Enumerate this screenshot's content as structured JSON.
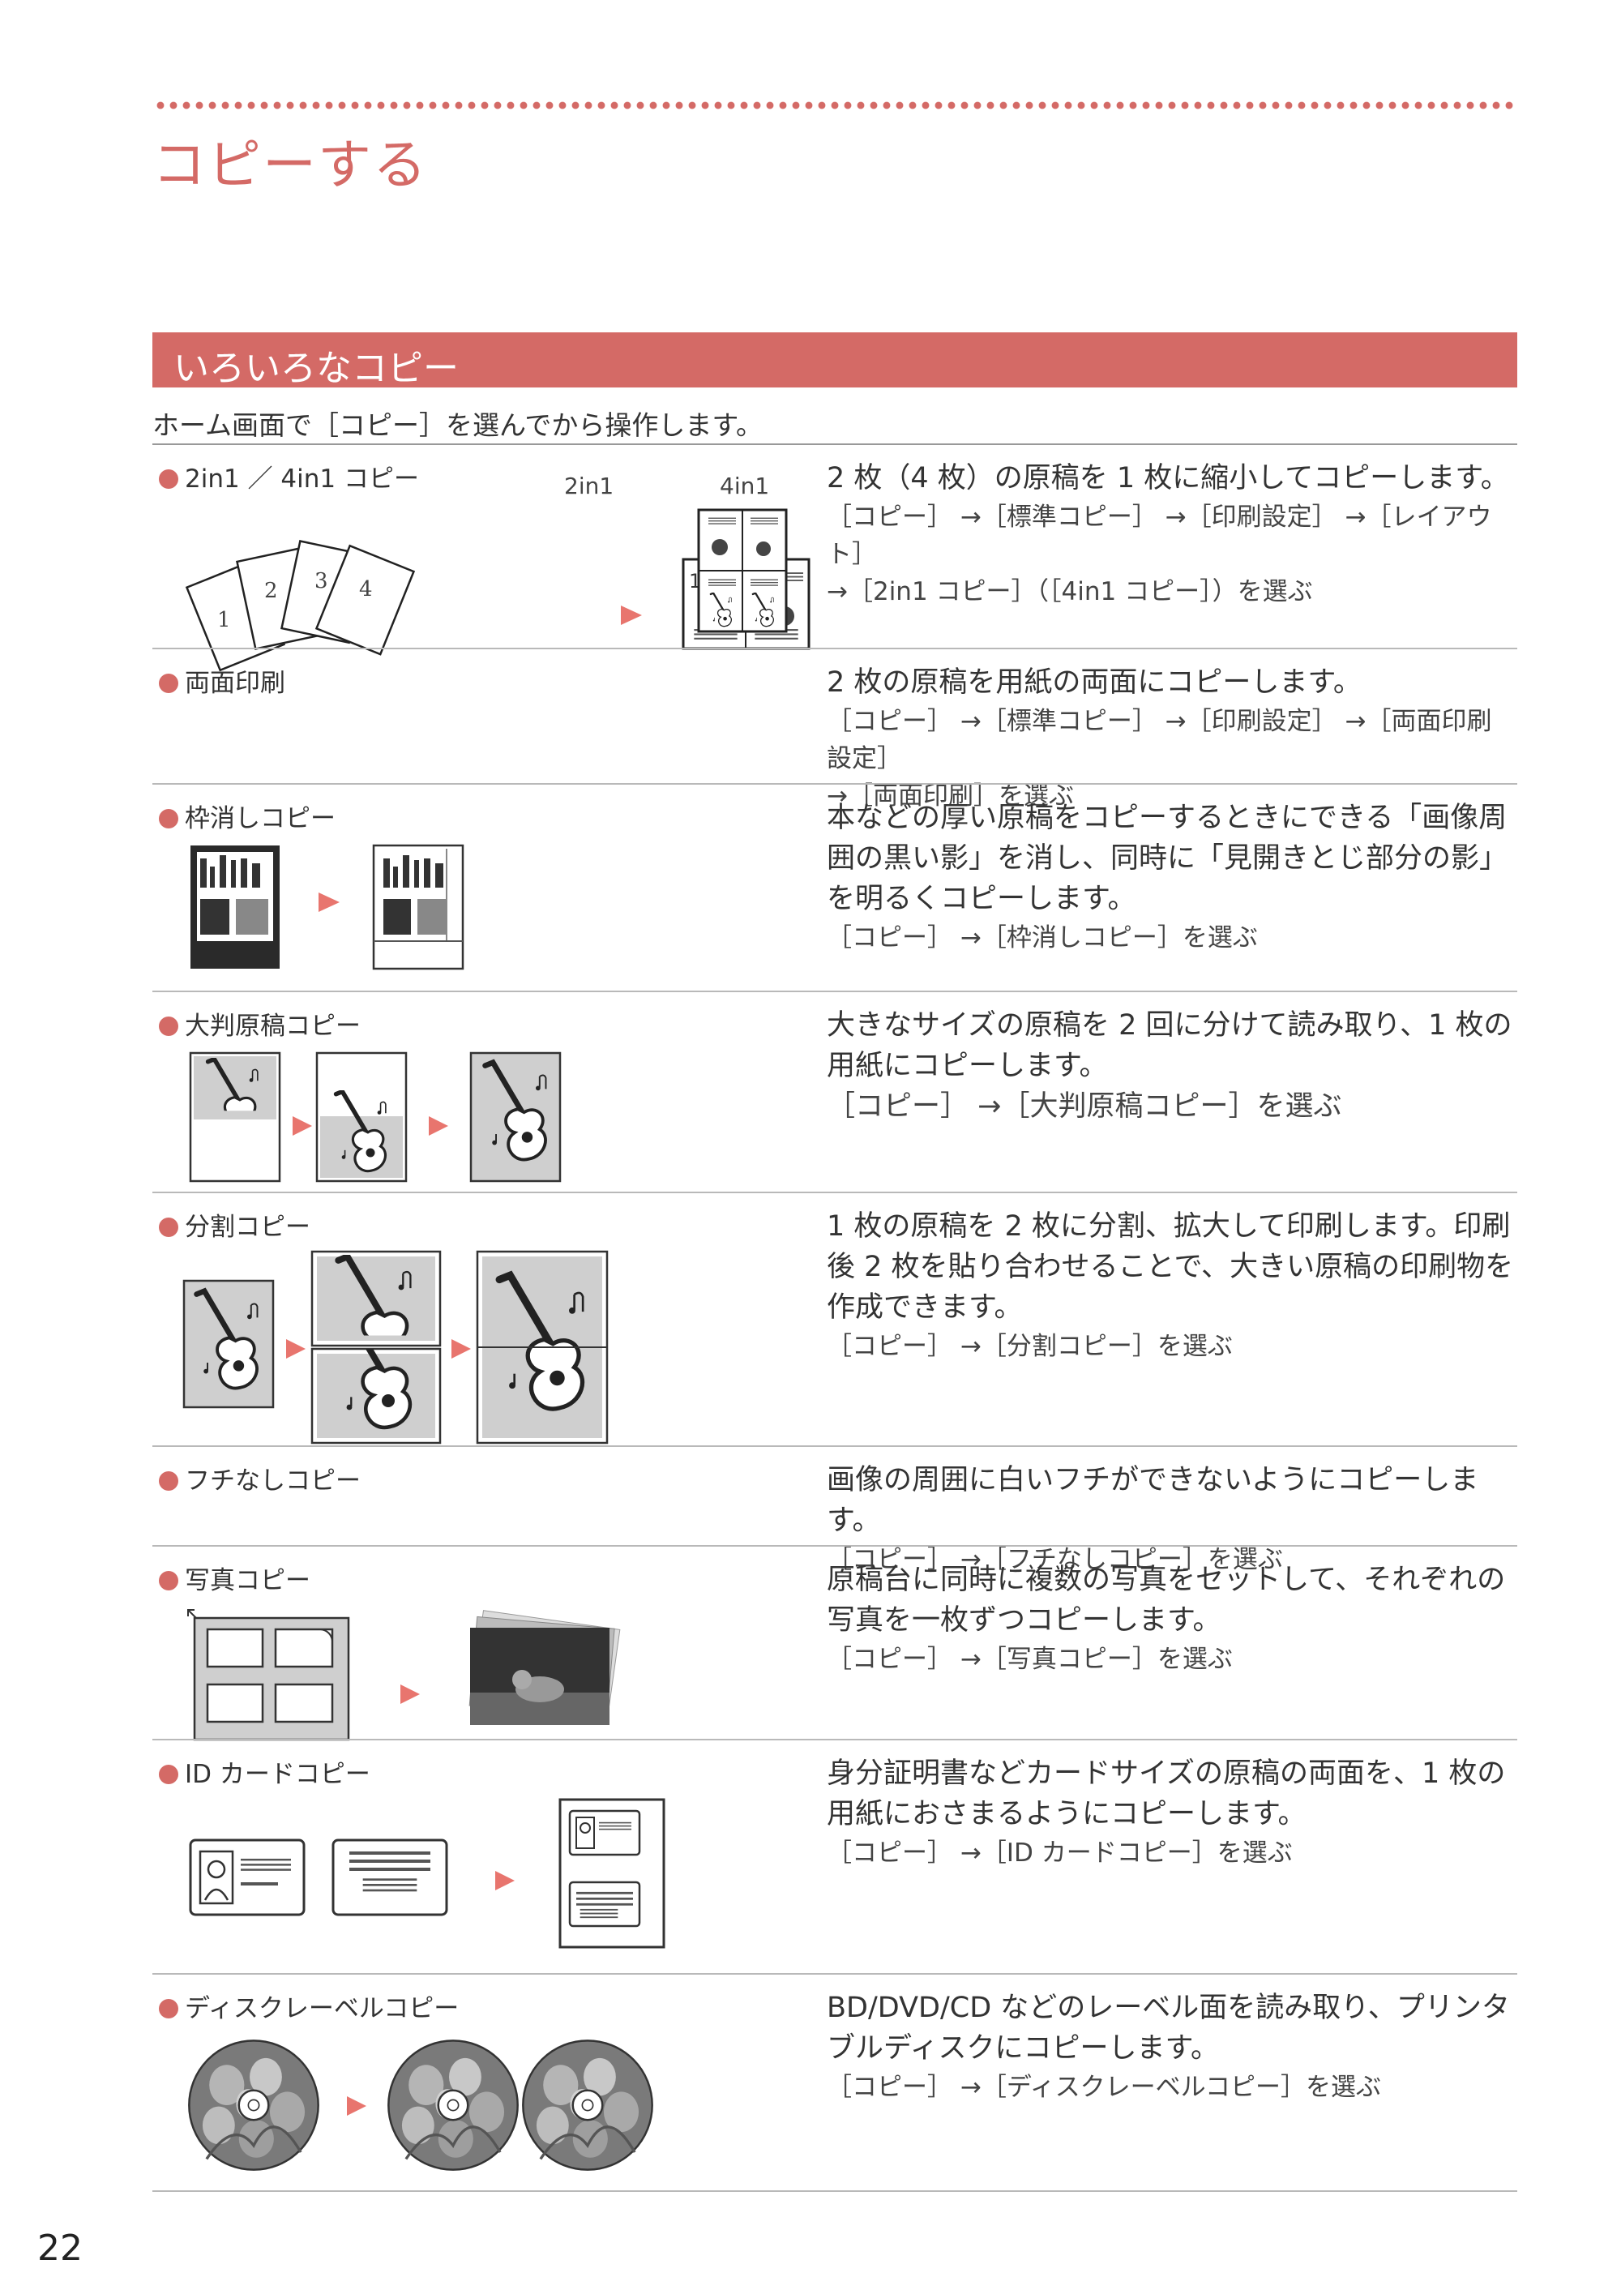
{
  "header": {
    "title": "コピーする"
  },
  "section": {
    "title": "いろいろなコピー",
    "intro": "ホーム画面で［コピー］を選んでから操作します。"
  },
  "items": [
    {
      "title": "2in1 ／ 4in1 コピー",
      "label_2in1": "2in1",
      "label_4in1": "4in1",
      "desc": "2 枚（4 枚）の原稿を 1 枚に縮小してコピーします。",
      "path_1": "［コピー］ →［標準コピー］ →［印刷設定］ →［レイアウト］",
      "path_2": "→［2in1 コピー］（［4in1 コピー］）を選ぶ"
    },
    {
      "title": "両面印刷",
      "desc": "2 枚の原稿を用紙の両面にコピーします。",
      "path_1": "［コピー］ →［標準コピー］ →［印刷設定］ →［両面印刷設定］",
      "path_2": "→［両面印刷］を選ぶ"
    },
    {
      "title": "枠消しコピー",
      "desc_1": "本などの厚い原稿をコピーするときにできる「画像周",
      "desc_2": "囲の黒い影」を消し、同時に「見開きとじ部分の影」",
      "desc_3": "を明るくコピーします。",
      "path_1": "［コピー］ →［枠消しコピー］を選ぶ"
    },
    {
      "title": "大判原稿コピー",
      "desc_1": "大きなサイズの原稿を 2 回に分けて読み取り、1 枚の",
      "desc_2": "用紙にコピーします。",
      "path_1": "［コピー］ →［大判原稿コピー］を選ぶ"
    },
    {
      "title": "分割コピー",
      "desc_1": "1 枚の原稿を 2 枚に分割、拡大して印刷します。印刷",
      "desc_2": "後 2 枚を貼り合わせることで、大きい原稿の印刷物を",
      "desc_3": "作成できます。",
      "path_1": "［コピー］ →［分割コピー］を選ぶ"
    },
    {
      "title": "フチなしコピー",
      "desc": "画像の周囲に白いフチができないようにコピーします。",
      "path_1": "［コピー］ →［フチなしコピー］を選ぶ"
    },
    {
      "title": "写真コピー",
      "desc_1": "原稿台に同時に複数の写真をセットして、それぞれの",
      "desc_2": "写真を一枚ずつコピーします。",
      "path_1": "［コピー］ →［写真コピー］を選ぶ"
    },
    {
      "title": "ID カードコピー",
      "desc_1": "身分証明書などカードサイズの原稿の両面を、1 枚の",
      "desc_2": "用紙におさまるようにコピーします。",
      "path_1": "［コピー］ →［ID カードコピー］を選ぶ"
    },
    {
      "title": "ディスクレーベルコピー",
      "desc_1": "BD/DVD/CD などのレーベル面を読み取り、プリンタ",
      "desc_2": "ブルディスクにコピーします。",
      "path_1": "［コピー］ →［ディスクレーベルコピー］を選ぶ"
    }
  ],
  "page": {
    "number": "22"
  },
  "colors": {
    "accent": "#d46a66",
    "rule": "#b9b9b9"
  }
}
